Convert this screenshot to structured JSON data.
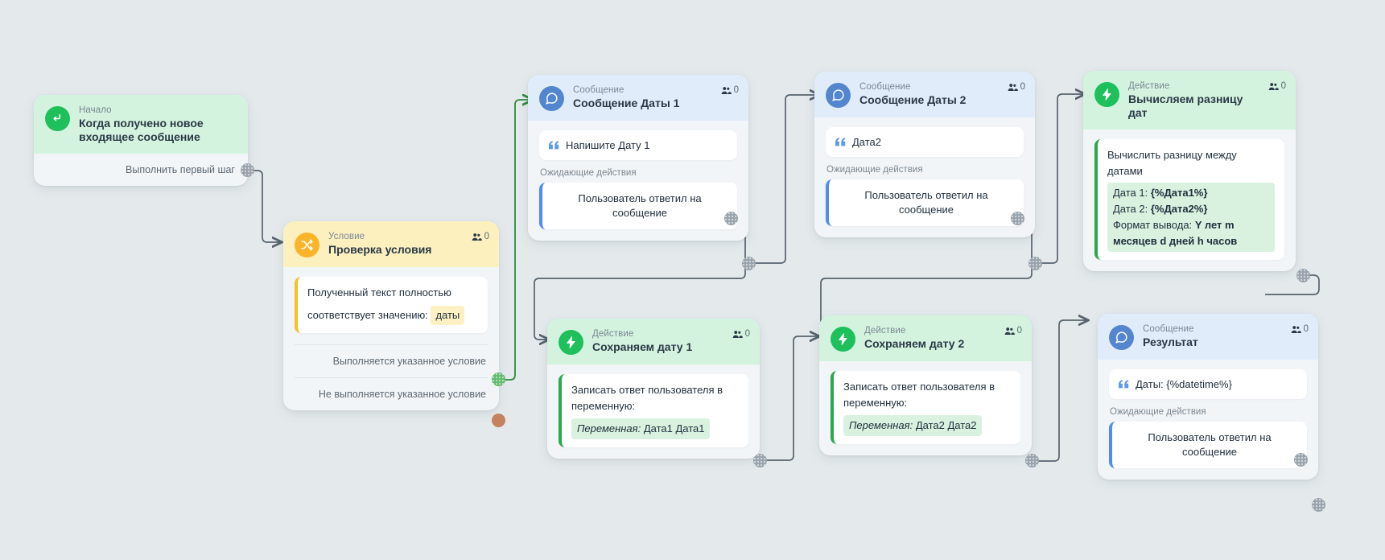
{
  "canvas": {
    "background": "#e4eaec"
  },
  "colors": {
    "green": "#1ec05c",
    "yellow": "#f9b42a",
    "blue": "#5386cf",
    "wire": "#57636e",
    "wire_green": "#2f8a3c",
    "port_grey": "#9aa4ad",
    "port_green": "#63bb6e",
    "port_brown": "#c4835e"
  },
  "nodes": {
    "start": {
      "kind": "Начало",
      "title": "Когда получено новое входящее сообщение",
      "output_label": "Выполнить первый шаг",
      "icon": "arrow-enter-icon"
    },
    "condition": {
      "kind": "Условие",
      "title": "Проверка условия",
      "badge": "0",
      "body_text": "Полученный текст полностью соответствует значению:",
      "value": "даты",
      "output_true": "Выполняется указанное условие",
      "output_false": "Не выполняется указанное условие",
      "icon": "shuffle-icon"
    },
    "msg1": {
      "kind": "Сообщение",
      "title": "Сообщение Даты 1",
      "badge": "0",
      "message": "Напишите Дату 1",
      "waiting_label": "Ожидающие действия",
      "waiting_text": "Пользователь ответил на сообщение",
      "icon": "chat-bubble-icon"
    },
    "msg2": {
      "kind": "Сообщение",
      "title": "Сообщение Даты 2",
      "badge": "0",
      "message": "Дата2",
      "waiting_label": "Ожидающие действия",
      "waiting_text": "Пользователь ответил на сообщение",
      "icon": "chat-bubble-icon"
    },
    "save1": {
      "kind": "Действие",
      "title": "Сохраняем дату 1",
      "badge": "0",
      "body_text": "Записать ответ пользователя в переменную:",
      "var_label": "Переменная:",
      "var_value": "Дата1 Дата1",
      "icon": "lightning-icon"
    },
    "save2": {
      "kind": "Действие",
      "title": "Сохраняем дату 2",
      "badge": "0",
      "body_text": "Записать ответ пользователя в переменную:",
      "var_label": "Переменная:",
      "var_value": "Дата2 Дата2",
      "icon": "lightning-icon"
    },
    "calc": {
      "kind": "Действие",
      "title": "Вычисляем разницу дат",
      "badge": "0",
      "body_text": "Вычислить разницу между датами",
      "line1_label": "Дата 1:",
      "line1_value": "{%Дата1%}",
      "line2_label": "Дата 2:",
      "line2_value": "{%Дата2%}",
      "line3_label": "Формат вывода:",
      "line3_value": "Y лет m месяцев d дней h часов",
      "icon": "lightning-icon"
    },
    "result": {
      "kind": "Сообщение",
      "title": "Результат",
      "badge": "0",
      "message": "Даты: {%datetime%}",
      "waiting_label": "Ожидающие действия",
      "waiting_text": "Пользователь ответил на сообщение",
      "icon": "chat-bubble-icon"
    }
  }
}
